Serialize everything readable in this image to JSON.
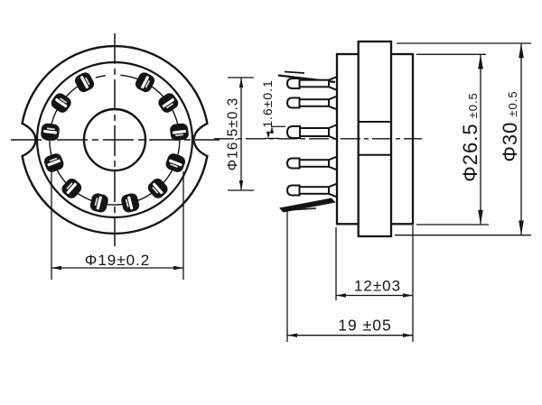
{
  "drawing": {
    "type": "technical-drawing",
    "subject": "12-pin tube socket, front and side views",
    "pin_count": 12,
    "colors": {
      "line": "#141414",
      "background": "#ffffff"
    },
    "dimensions": {
      "front_pin_circle": "Φ19±0.2",
      "pin_circle": "Φ16.5±0.3",
      "pin_thickness": "1.6±0.1",
      "body_diameter": {
        "value": "Φ26.5",
        "tolerance": "±0.5"
      },
      "flange_diameter": {
        "value": "Φ30",
        "tolerance": "±0.5"
      },
      "insert_depth": "12±03",
      "overall_length": "19 ±05"
    }
  }
}
